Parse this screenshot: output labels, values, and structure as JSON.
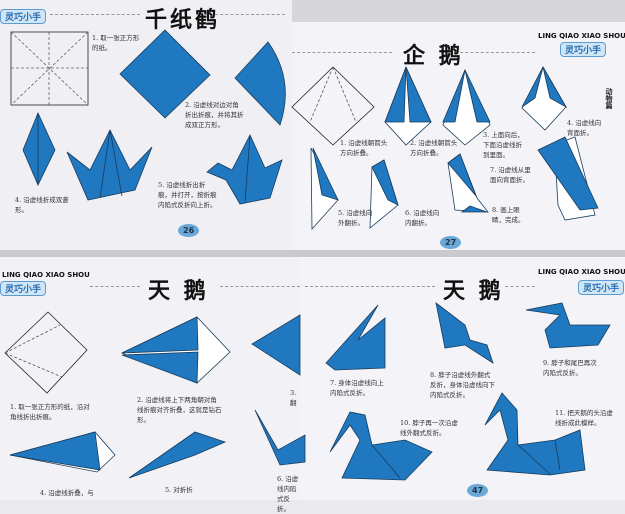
{
  "logo": {
    "text": "灵巧小手",
    "pinyin": "LING QIAO XIAO SHOU"
  },
  "pages": [
    {
      "title": "千纸鹤",
      "page_number": "26",
      "steps": [
        "1. 取一张正方形的纸。",
        "2. 沿虚线对边对角折出折痕，并将其折成双正方形。",
        "4. 沿虚线折成双菱形。",
        "5. 沿虚线折出折痕，并打开，按折痕内陷式反折向上折。"
      ]
    },
    {
      "title": "企 鹅",
      "page_number": "27",
      "section_label": "动物篇",
      "steps": [
        "1. 沿虚线朝箭头方向折叠。",
        "2. 沿虚线朝箭头方向折叠。",
        "3. 上面向后，下面沿虚线折到里面。",
        "4. 沿虚线向背面折。",
        "5. 沿虚线向外翻折。",
        "6. 沿虚线向内翻折。",
        "7. 沿虚线从里面向背面折。",
        "8. 画上眼睛，完成。"
      ]
    },
    {
      "title": "天 鹅",
      "steps": [
        "1. 取一张正方形的纸，沿对角线折出折痕。",
        "2. 沿虚线将上下两角朝对角线折痕对齐折叠，这就是钻石形。",
        "4. 沿虚线折叠，与",
        "5. 对折折",
        "3. 翻",
        "6. 沿虚线内陷式反折。"
      ]
    },
    {
      "title": "天 鹅",
      "page_number": "47",
      "steps": [
        "7. 身体沿虚线向上内陷式反折。",
        "8. 脖子沿虚线外翻式反折，身体沿虚线向下内陷式反折。",
        "9. 脖子和尾巴再次内陷式反折。",
        "10. 脖子再一次沿虚线外翻式反折。",
        "11. 把天鹅的头沿虚线折成此模样。"
      ]
    }
  ],
  "colors": {
    "paper_blue": "#1f78c0",
    "outline": "#1a3c5c",
    "paper": "#f3f3f7"
  }
}
